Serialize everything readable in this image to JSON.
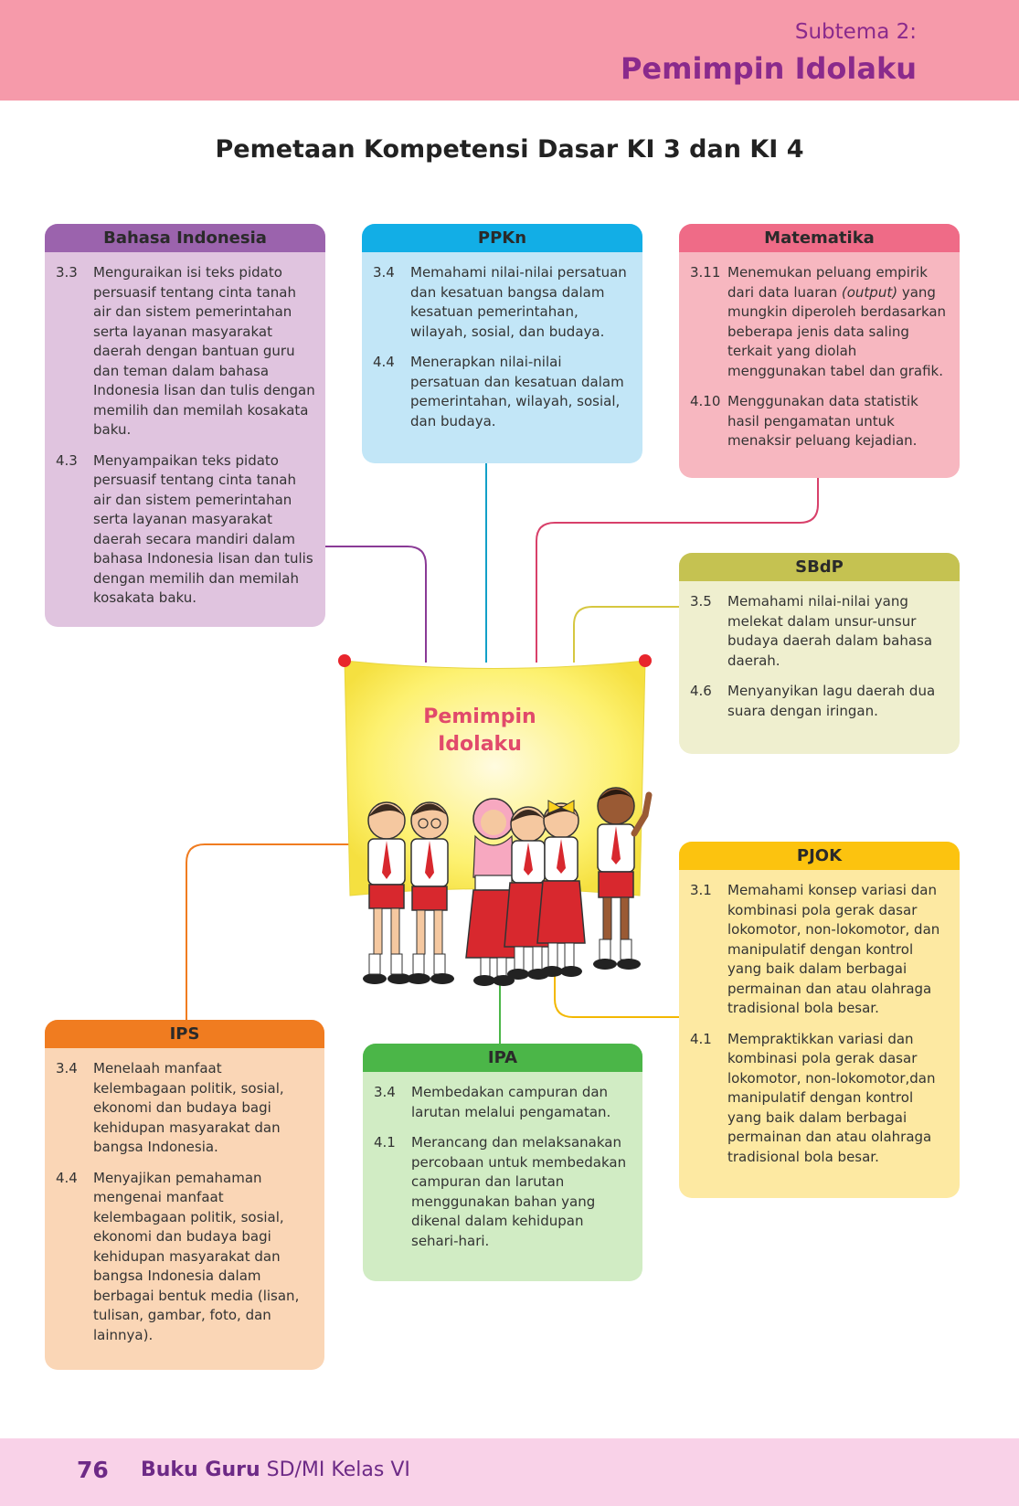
{
  "header": {
    "subtema_label": "Subtema 2:",
    "subtema_title": "Pemimpin Idolaku"
  },
  "page_title": "Pemetaan Kompetensi Dasar KI 3 dan KI 4",
  "center": {
    "title_line1": "Pemimpin",
    "title_line2": "Idolaku"
  },
  "subjects": {
    "bahasa_indonesia": {
      "title": "Bahasa Indonesia",
      "color": "#9b63ad",
      "items": [
        {
          "code": "3.3",
          "text": "Menguraikan isi teks pidato persuasif tentang cinta tanah air dan sistem pemerintahan serta layanan masyarakat daerah dengan bantuan guru dan teman dalam bahasa Indonesia lisan dan tulis dengan memilih dan memilah kosakata baku."
        },
        {
          "code": "4.3",
          "text": "Menyampaikan teks pidato persuasif tentang cinta tanah air dan sistem pemerintahan serta layanan masyarakat daerah secara mandiri dalam bahasa Indonesia lisan dan tulis dengan memilih dan memilah kosakata baku."
        }
      ]
    },
    "ppkn": {
      "title": "PPKn",
      "color": "#12aee6",
      "items": [
        {
          "code": "3.4",
          "text": "Memahami nilai-nilai persatuan dan kesatuan bangsa dalam kesatuan pemerintahan, wilayah, sosial, dan budaya."
        },
        {
          "code": "4.4",
          "text": "Menerapkan nilai-nilai persatuan dan kesatuan dalam pemerintahan, wilayah, sosial, dan budaya."
        }
      ]
    },
    "matematika": {
      "title": "Matematika",
      "color": "#ef6b87",
      "items": [
        {
          "code": "3.11",
          "text": "Menemukan peluang empirik dari data luaran (output) yang mungkin diperoleh berdasarkan beberapa jenis data saling terkait yang diolah menggunakan tabel dan grafik."
        },
        {
          "code": "4.10",
          "text": "Menggunakan data statistik hasil pengamatan untuk menaksir peluang kejadian."
        }
      ]
    },
    "sbdp": {
      "title": "SBdP",
      "color": "#c5c251",
      "items": [
        {
          "code": "3.5",
          "text": "Memahami nilai-nilai yang melekat dalam unsur-unsur budaya daerah dalam bahasa daerah."
        },
        {
          "code": "4.6",
          "text": "Menyanyikan lagu daerah dua suara dengan iringan."
        }
      ]
    },
    "pjok": {
      "title": "PJOK",
      "color": "#fcc30f",
      "items": [
        {
          "code": "3.1",
          "text": "Memahami konsep variasi dan kombinasi pola gerak dasar lokomotor, non-lokomotor, dan manipulatif dengan kontrol yang baik dalam berbagai permainan dan atau olahraga tradisional bola besar."
        },
        {
          "code": "4.1",
          "text": "Mempraktikkan variasi dan kombinasi pola gerak dasar lokomotor, non-lokomotor,dan manipulatif dengan kontrol yang baik dalam berbagai permainan dan atau olahraga tradisional bola besar."
        }
      ]
    },
    "ips": {
      "title": "IPS",
      "color": "#f07c20",
      "items": [
        {
          "code": "3.4",
          "text": "Menelaah manfaat kelembagaan politik, sosial, ekonomi dan budaya bagi kehidupan masyarakat dan bangsa Indonesia."
        },
        {
          "code": "4.4",
          "text": "Menyajikan pemahaman mengenai manfaat kelembagaan politik, sosial, ekonomi dan budaya bagi kehidupan masyarakat dan bangsa Indonesia dalam berbagai bentuk media (lisan, tulisan, gambar, foto, dan lainnya)."
        }
      ]
    },
    "ipa": {
      "title": "IPA",
      "color": "#4bb648",
      "items": [
        {
          "code": "3.4",
          "text": "Membedakan campuran dan larutan melalui pengamatan."
        },
        {
          "code": "4.1",
          "text": "Merancang dan melaksanakan percobaan untuk membedakan campuran dan larutan menggunakan bahan yang dikenal dalam kehidupan sehari-hari."
        }
      ]
    }
  },
  "footer": {
    "page_number": "76",
    "book_bold": "Buku Guru",
    "book_rest": " SD/MI Kelas VI"
  }
}
